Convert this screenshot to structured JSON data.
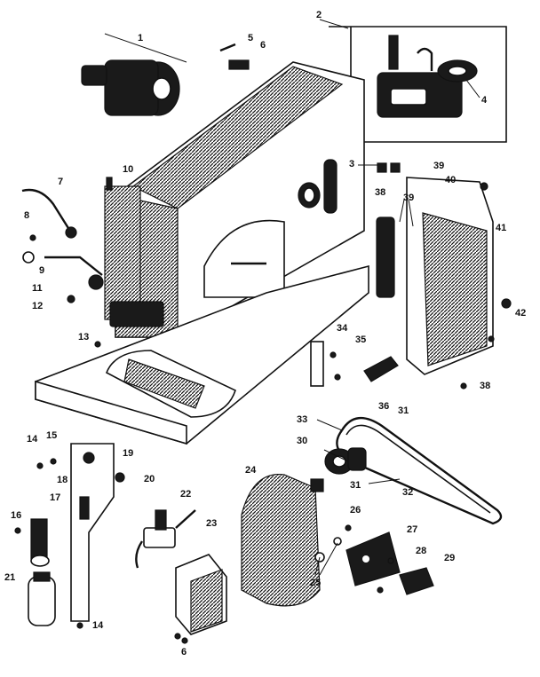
{
  "callouts": [
    {
      "id": "c1",
      "label": "1"
    },
    {
      "id": "c2",
      "label": "2"
    },
    {
      "id": "c3",
      "label": "3"
    },
    {
      "id": "c4",
      "label": "4"
    },
    {
      "id": "c5",
      "label": "5"
    },
    {
      "id": "c6",
      "label": "6"
    },
    {
      "id": "c7",
      "label": "7"
    },
    {
      "id": "c8",
      "label": "8"
    },
    {
      "id": "c9",
      "label": "9"
    },
    {
      "id": "c10",
      "label": "10"
    },
    {
      "id": "c11",
      "label": "11"
    },
    {
      "id": "c12",
      "label": "12"
    },
    {
      "id": "c13",
      "label": "13"
    },
    {
      "id": "c14a",
      "label": "14"
    },
    {
      "id": "c14b",
      "label": "14"
    },
    {
      "id": "c15",
      "label": "15"
    },
    {
      "id": "c16",
      "label": "16"
    },
    {
      "id": "c17",
      "label": "17"
    },
    {
      "id": "c18",
      "label": "18"
    },
    {
      "id": "c19",
      "label": "19"
    },
    {
      "id": "c20",
      "label": "20"
    },
    {
      "id": "c21",
      "label": "21"
    },
    {
      "id": "c22",
      "label": "22"
    },
    {
      "id": "c23",
      "label": "23"
    },
    {
      "id": "c24",
      "label": "24"
    },
    {
      "id": "c25",
      "label": "25"
    },
    {
      "id": "c26",
      "label": "26"
    },
    {
      "id": "c27",
      "label": "27"
    },
    {
      "id": "c28",
      "label": "28"
    },
    {
      "id": "c29",
      "label": "29"
    },
    {
      "id": "c30",
      "label": "30"
    },
    {
      "id": "c31a",
      "label": "31"
    },
    {
      "id": "c31b",
      "label": "31"
    },
    {
      "id": "c32",
      "label": "32"
    },
    {
      "id": "c33",
      "label": "33"
    },
    {
      "id": "c34",
      "label": "34"
    },
    {
      "id": "c35",
      "label": "35"
    },
    {
      "id": "c36",
      "label": "36"
    },
    {
      "id": "c38a",
      "label": "38"
    },
    {
      "id": "c38b",
      "label": "38"
    },
    {
      "id": "c39a",
      "label": "39"
    },
    {
      "id": "c39b",
      "label": "39"
    },
    {
      "id": "c40",
      "label": "40"
    },
    {
      "id": "c41",
      "label": "41"
    },
    {
      "id": "c42",
      "label": "42"
    },
    {
      "id": "c6b",
      "label": "6"
    }
  ]
}
